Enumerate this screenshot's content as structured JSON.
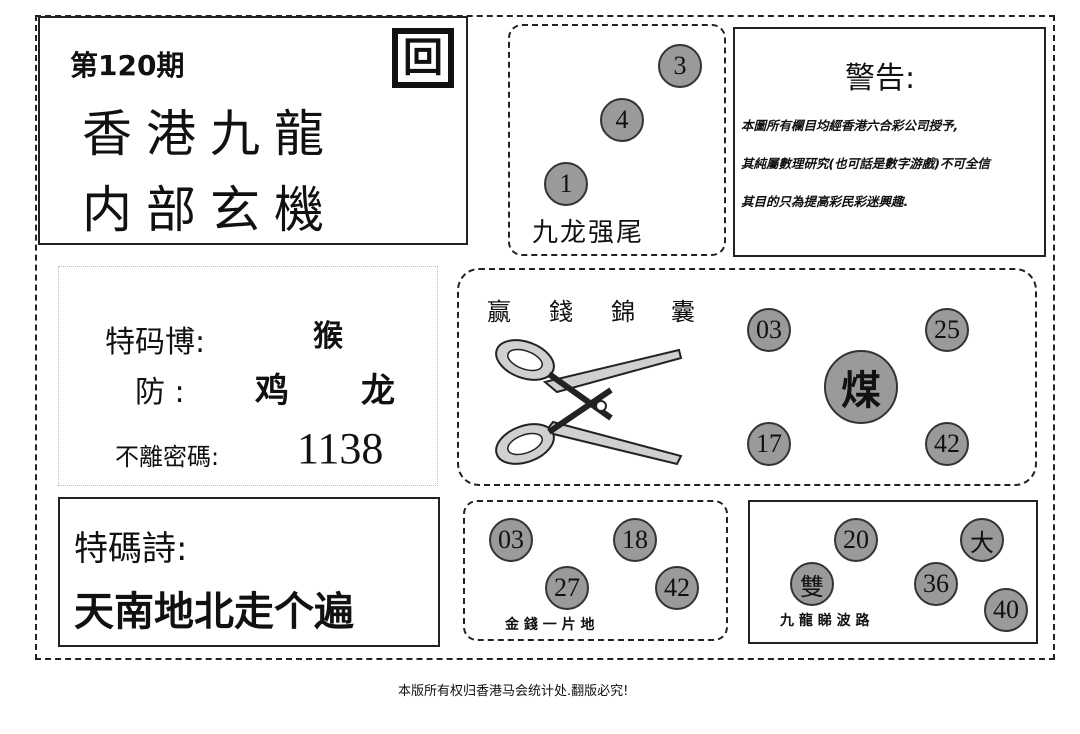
{
  "header": {
    "issue": "第120期",
    "title_line1": "香港九龍",
    "title_line2": "内部玄機",
    "logo_char": "回"
  },
  "tail_box": {
    "balls": [
      "3",
      "4",
      "1"
    ],
    "caption": "九龙强尾"
  },
  "warning": {
    "title": "警告:",
    "line1": "本圖所有欄目均經香港六合彩公司授予,",
    "line2": "其純屬數理研究(也可話是數字游戲)不可全信",
    "line3": "其目的只為提高彩民彩迷興趣."
  },
  "special": {
    "row1_label": "特码博:",
    "row1_value": "猴",
    "row2_label": "防 :",
    "row2_value1": "鸡",
    "row2_value2": "龙",
    "row3_label": "不離密碼:",
    "row3_value": "1138"
  },
  "scissors_box": {
    "header": [
      "赢",
      "錢",
      "錦",
      "囊"
    ],
    "balls": [
      "03",
      "25",
      "17",
      "42"
    ],
    "center": "煤"
  },
  "poem": {
    "label": "特碼詩:",
    "text": "天南地北走个遍"
  },
  "gold_box": {
    "balls": [
      "03",
      "18",
      "27",
      "42"
    ],
    "caption": "金 錢 一 片 地"
  },
  "wave_box": {
    "balls": [
      "20",
      "大",
      "雙",
      "36",
      "40"
    ],
    "caption": "九 龍 睇 波 路"
  },
  "footer": {
    "text": "本版所有权归香港马会统计处.翻版必究!"
  }
}
